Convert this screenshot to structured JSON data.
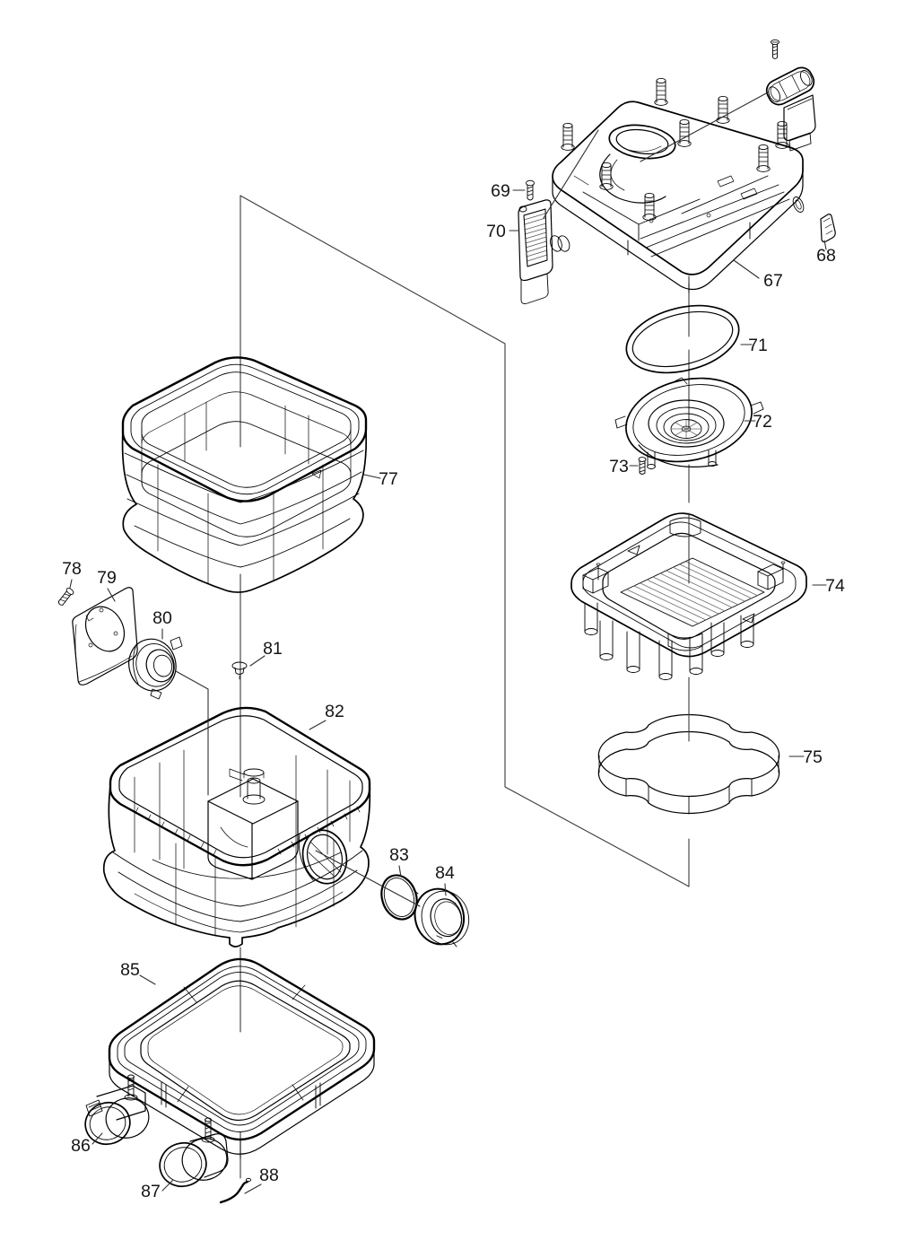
{
  "diagram": {
    "kind": "exploded-parts-diagram",
    "background_color": "#ffffff",
    "line_color": "#000000",
    "label_color": "#151515",
    "mesh_fill": "#b5b5b5",
    "labels": [
      {
        "text": "67"
      },
      {
        "text": "68"
      },
      {
        "text": "69"
      },
      {
        "text": "70"
      },
      {
        "text": "71"
      },
      {
        "text": "72"
      },
      {
        "text": "73"
      },
      {
        "text": "74"
      },
      {
        "text": "75"
      },
      {
        "text": "77"
      },
      {
        "text": "78"
      },
      {
        "text": "79"
      },
      {
        "text": "80"
      },
      {
        "text": "81"
      },
      {
        "text": "82"
      },
      {
        "text": "83"
      },
      {
        "text": "84"
      },
      {
        "text": "85"
      },
      {
        "text": "86"
      },
      {
        "text": "87"
      },
      {
        "text": "88"
      }
    ]
  }
}
